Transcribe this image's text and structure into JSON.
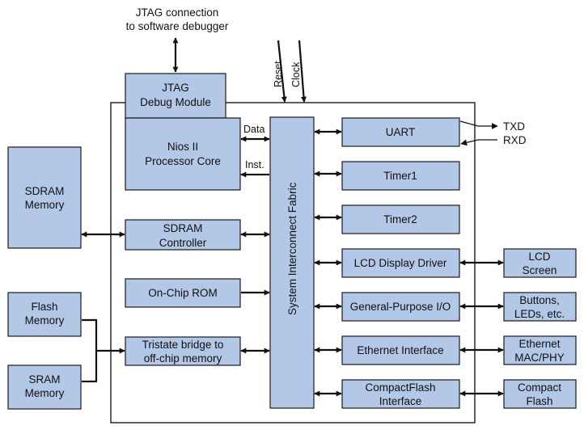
{
  "jtag_connection": {
    "line1": "JTAG connection",
    "line2": "to software debugger"
  },
  "signals": {
    "reset": "Reset",
    "clock": "Clock",
    "data": "Data",
    "inst": "Inst.",
    "txd": "TXD",
    "rxd": "RXD"
  },
  "blocks": {
    "jtag": {
      "line1": "JTAG",
      "line2": "Debug Module"
    },
    "nios": {
      "line1": "Nios II",
      "line2": "Processor Core"
    },
    "sdram_controller": {
      "line1": "SDRAM",
      "line2": "Controller"
    },
    "onchip_rom": {
      "line1": "On-Chip ROM"
    },
    "tristate_bridge": {
      "line1": "Tristate bridge to",
      "line2": "off-chip memory"
    },
    "fabric": {
      "line1": "System Interconnect Fabric"
    },
    "uart": {
      "line1": "UART"
    },
    "timer1": {
      "line1": "Timer1"
    },
    "timer2": {
      "line1": "Timer2"
    },
    "lcd_driver": {
      "line1": "LCD Display Driver"
    },
    "gpio": {
      "line1": "General-Purpose I/O"
    },
    "ethernet_interface": {
      "line1": "Ethernet Interface"
    },
    "compactflash_interface": {
      "line1": "CompactFlash",
      "line2": "Interface"
    }
  },
  "external": {
    "sdram_memory": {
      "line1": "SDRAM",
      "line2": "Memory"
    },
    "flash_memory": {
      "line1": "Flash",
      "line2": "Memory"
    },
    "sram_memory": {
      "line1": "SRAM",
      "line2": "Memory"
    },
    "lcd_screen": {
      "line1": "LCD",
      "line2": "Screen"
    },
    "buttons_leds": {
      "line1": "Buttons,",
      "line2": "LEDs, etc."
    },
    "ethernet_mac": {
      "line1": "Ethernet",
      "line2": "MAC/PHY"
    },
    "compact_flash": {
      "line1": "Compact",
      "line2": "Flash"
    }
  },
  "colors": {
    "block_fill": "#b3c7e6",
    "stroke": "#1a1a1a",
    "text": "#111111"
  }
}
